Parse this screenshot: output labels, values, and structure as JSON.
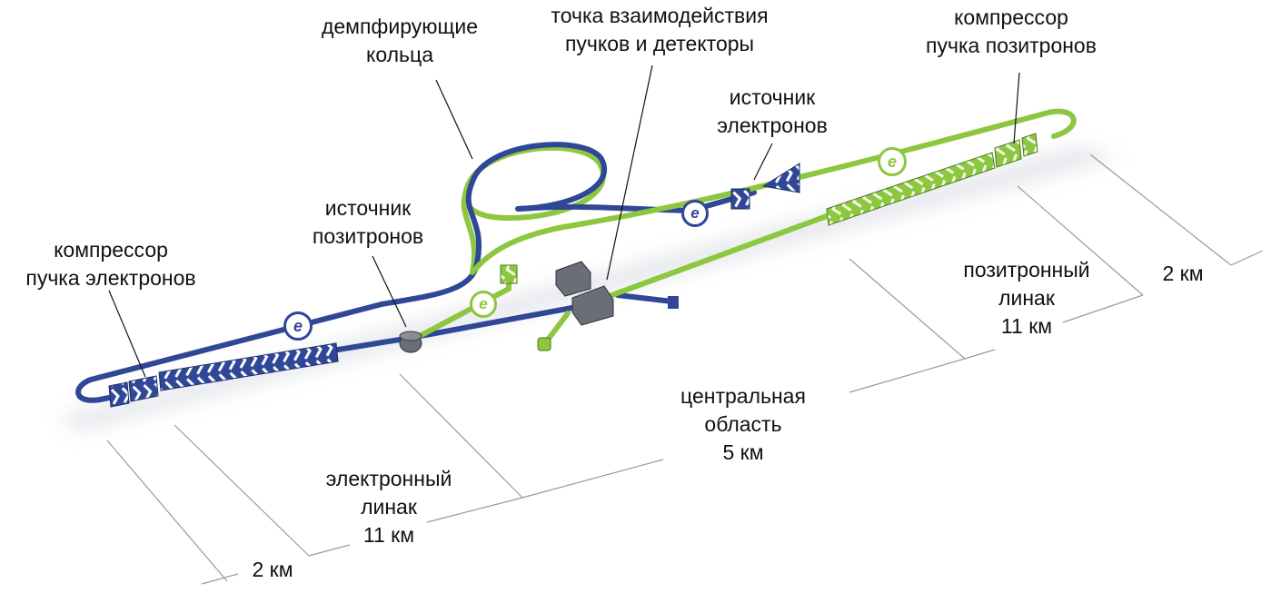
{
  "labels": {
    "damping_rings": [
      "демпфирующие",
      "кольца"
    ],
    "interaction_point": [
      "точка взаимодействия",
      "пучков и детекторы"
    ],
    "positron_compressor": [
      "компрессор",
      "пучка позитронов"
    ],
    "electron_source": [
      "источник",
      "электронов"
    ],
    "positron_source": [
      "источник",
      "позитронов"
    ],
    "electron_compressor": [
      "компрессор",
      "пучка электронов"
    ],
    "positron_linac": [
      "позитронный",
      "линак",
      "11 км"
    ],
    "right_2km": "2 км",
    "central_region": [
      "центральная",
      "область",
      "5 км"
    ],
    "electron_linac": [
      "электронный",
      "линак",
      "11 км"
    ],
    "left_2km": "2 км"
  },
  "badges": {
    "electron": "e",
    "positron": "e"
  },
  "colors": {
    "electron_beam": "#2f4796",
    "positron_beam": "#8dc63f",
    "dimension": "#9a9a9a"
  }
}
